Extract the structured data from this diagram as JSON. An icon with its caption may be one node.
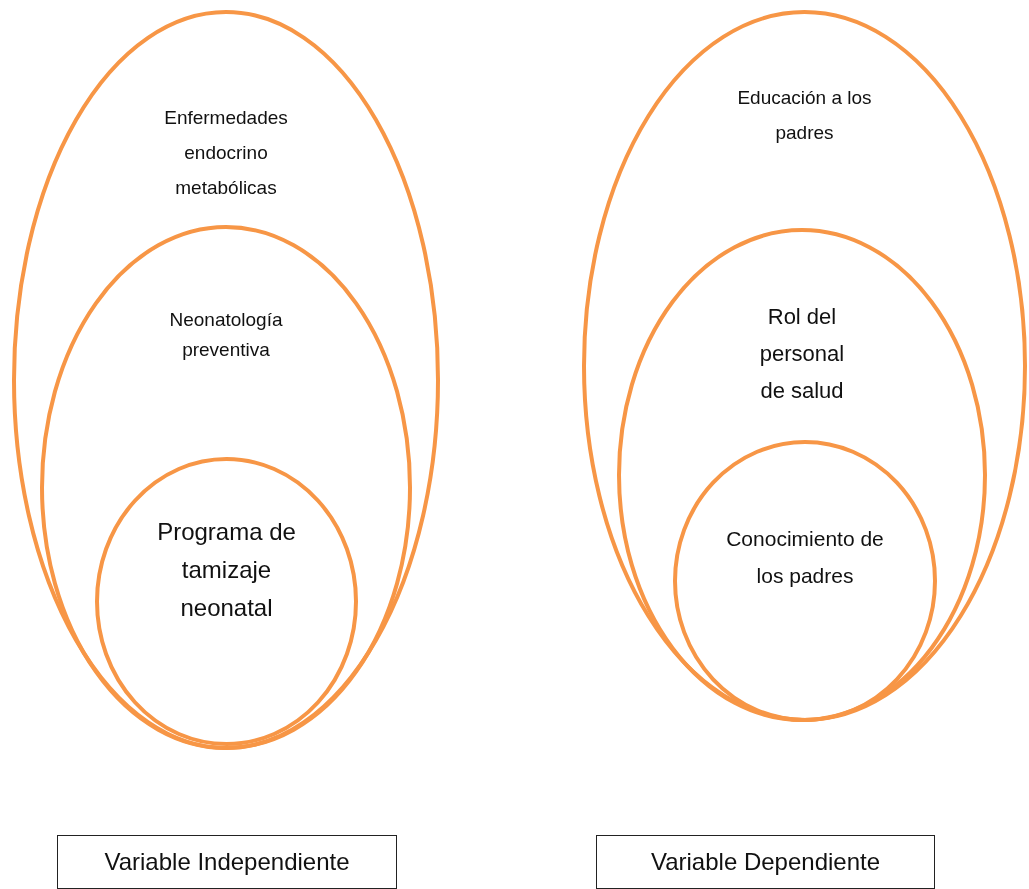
{
  "diagram": {
    "nodes": [
      {
        "text": [
          "Enfermedades endocrino metabólicas"
        ]
      },
      {
        "text": [
          "Neonatología preventiva"
        ],
        "in": 0
      },
      {
        "text": [
          "Programa de tamizaje neonatal"
        ],
        "in": 1
      },
      {
        "text": [
          "Educación a los padres"
        ]
      },
      {
        "text": [
          "Rol del personal de salud"
        ],
        "in": 3
      },
      {
        "text": [
          "Conocimiento de los padres"
        ],
        "in": 4
      },
      {
        "text": [
          "Variable Independiente"
        ]
      },
      {
        "text": [
          "Variable Dependiente"
        ]
      }
    ],
    "edges": []
  }
}
